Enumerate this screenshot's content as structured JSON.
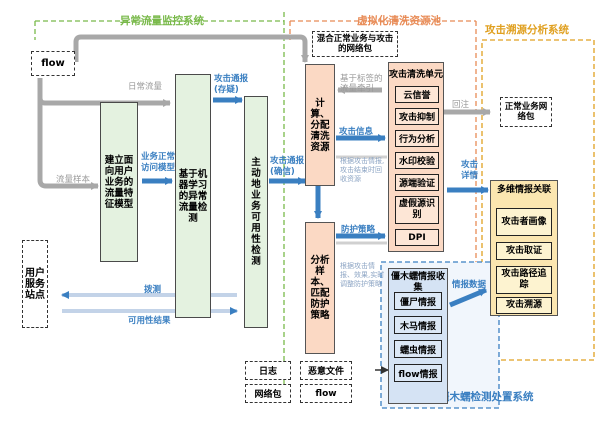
{
  "regions": {
    "monitor": {
      "title": "异常流量监控系统",
      "color": "#79b94a"
    },
    "cleaning": {
      "title": "虚拟化清洗资源池",
      "color": "#e88b56"
    },
    "trace": {
      "title": "攻击溯源分析系统",
      "color": "#e0a020"
    },
    "apt": {
      "title": "僵木蠕检测处置系统",
      "color": "#3a7fc1"
    }
  },
  "nodes": {
    "flow": "flow",
    "user_site": "用户服务站点",
    "model_build": "建立面向用户业务的流量特征模型",
    "ml_detect": "基于机器学习的异常流量检测",
    "active_check": "主动地业务可用性检测",
    "calc": "计算、分配清洗资源",
    "sample": "分析样本、匹配防护策略",
    "mixed": "混合正常业务与攻击的网络包",
    "normal_pkt": "正常业务网络包",
    "clean_unit": {
      "title": "攻击清洗单元",
      "items": [
        "云信誉",
        "攻击抑制",
        "行为分析",
        "水印校验",
        "源端验证",
        "虚假源识别",
        "DPI"
      ]
    },
    "apt_box": {
      "title": "僵木蠕情报收集",
      "items": [
        "僵尸情报",
        "木马情报",
        "蠕虫情报",
        "flow情报"
      ]
    },
    "trace_box": {
      "title": "多维情报关联",
      "items": [
        "攻击者画像",
        "攻击取证",
        "攻击路径追踪",
        "攻击溯源"
      ]
    },
    "inputs": [
      "日志",
      "恶意文件",
      "网络包",
      "flow"
    ]
  },
  "edges": {
    "daily": "日常流量",
    "sample": "流量样本",
    "normal_model": "业务正常访问模型",
    "attack_alert": "攻击通报(存疑)",
    "attack_confirm": "攻击通报(确信)",
    "label_traction": "基于标签的流量牵引",
    "reinject": "回注",
    "attack_info": "攻击信息",
    "defense": "防护策略",
    "attack_detail": "攻击详情",
    "intel": "情报数据",
    "probe": "拨测",
    "avail": "可用性结果"
  },
  "notes": {
    "calc": "根据攻击情报,攻击结束时回收资源",
    "policy": "根据攻击情报、效果,实时调整防护策略"
  }
}
